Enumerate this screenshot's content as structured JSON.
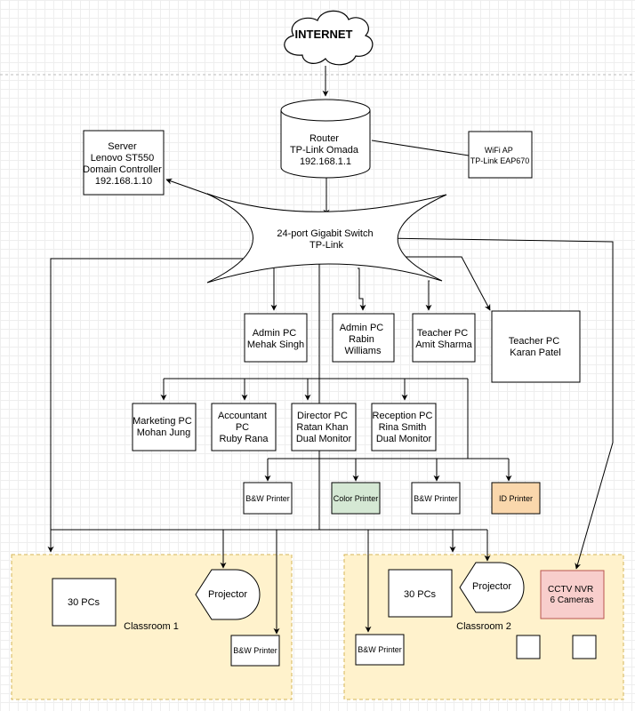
{
  "internet": {
    "label": "INTERNET"
  },
  "router": {
    "lines": [
      "Router",
      "TP-Link Omada",
      "192.168.1.1"
    ]
  },
  "wifi_ap": {
    "lines": [
      "WiFi AP",
      "TP-Link EAP670"
    ]
  },
  "server": {
    "lines": [
      "Server",
      "Lenovo ST550",
      "Domain Controller",
      "192.168.1.10"
    ]
  },
  "switch": {
    "lines": [
      "24-port Gigabit Switch",
      "TP-Link"
    ]
  },
  "admin_pc_1": {
    "lines": [
      "Admin PC",
      "Mehak Singh"
    ]
  },
  "admin_pc_2": {
    "lines": [
      "Admin PC",
      "Rabin",
      "Williams"
    ]
  },
  "teacher_pc_1": {
    "lines": [
      "Teacher PC",
      "Amit Sharma"
    ]
  },
  "teacher_pc_2": {
    "lines": [
      "Teacher PC",
      "Karan Patel"
    ]
  },
  "marketing_pc": {
    "lines": [
      "Marketing PC",
      "Mohan Jung"
    ]
  },
  "accountant_pc": {
    "lines": [
      "Accountant",
      "PC",
      "Ruby Rana"
    ]
  },
  "director_pc": {
    "lines": [
      "Director PC",
      "Ratan Khan",
      "Dual Monitor"
    ]
  },
  "reception_pc": {
    "lines": [
      "Reception PC",
      "Rina Smith",
      "Dual Monitor"
    ]
  },
  "printer_bw_1": {
    "lines": [
      "B&W Printer"
    ]
  },
  "printer_color": {
    "lines": [
      "Color Printer"
    ]
  },
  "printer_bw_2": {
    "lines": [
      "B&W Printer"
    ]
  },
  "printer_id": {
    "lines": [
      "ID Printer"
    ]
  },
  "classroom_1": {
    "label": "Classroom 1",
    "pcs": {
      "lines": [
        "30 PCs"
      ]
    },
    "projector": {
      "lines": [
        "Projector"
      ]
    },
    "printer": {
      "lines": [
        "B&W Printer"
      ]
    }
  },
  "classroom_2": {
    "label": "Classroom 2",
    "pcs": {
      "lines": [
        "30 PCs"
      ]
    },
    "projector": {
      "lines": [
        "Projector"
      ]
    },
    "printer": {
      "lines": [
        "B&W Printer"
      ]
    },
    "cctv": {
      "lines": [
        "CCTV NVR",
        "6 Cameras"
      ]
    }
  },
  "colors": {
    "color_printer_fill": "#d5e8d4",
    "id_printer_fill": "#fad7ac",
    "classroom_fill": "#fff2cc",
    "classroom_border": "#d6b656",
    "cctv_fill": "#f8cecc",
    "cctv_border": "#b85450"
  }
}
